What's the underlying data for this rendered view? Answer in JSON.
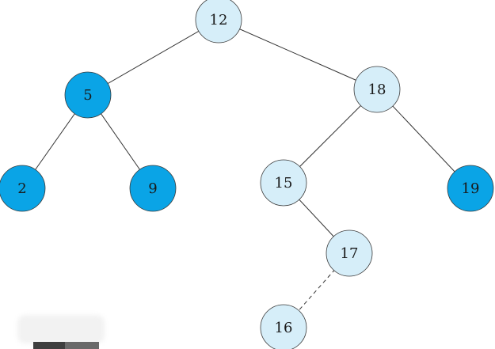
{
  "colors": {
    "highlight_fill": "#0aa4e6",
    "light_fill": "#d6eef9",
    "edge": "#333333",
    "text": "#1a1a1a"
  },
  "nodes": [
    {
      "id": "n12",
      "label": "12",
      "style": "light"
    },
    {
      "id": "n5",
      "label": "5",
      "style": "highlight"
    },
    {
      "id": "n18",
      "label": "18",
      "style": "light"
    },
    {
      "id": "n2",
      "label": "2",
      "style": "highlight"
    },
    {
      "id": "n9",
      "label": "9",
      "style": "highlight"
    },
    {
      "id": "n15",
      "label": "15",
      "style": "light"
    },
    {
      "id": "n19",
      "label": "19",
      "style": "highlight"
    },
    {
      "id": "n17",
      "label": "17",
      "style": "light"
    },
    {
      "id": "n16",
      "label": "16",
      "style": "light"
    }
  ],
  "edges": [
    {
      "from": "n12",
      "to": "n5",
      "dashed": false
    },
    {
      "from": "n12",
      "to": "n18",
      "dashed": false
    },
    {
      "from": "n5",
      "to": "n2",
      "dashed": false
    },
    {
      "from": "n5",
      "to": "n9",
      "dashed": false
    },
    {
      "from": "n18",
      "to": "n15",
      "dashed": false
    },
    {
      "from": "n18",
      "to": "n19",
      "dashed": false
    },
    {
      "from": "n15",
      "to": "n17",
      "dashed": false
    },
    {
      "from": "n17",
      "to": "n16",
      "dashed": true
    }
  ]
}
